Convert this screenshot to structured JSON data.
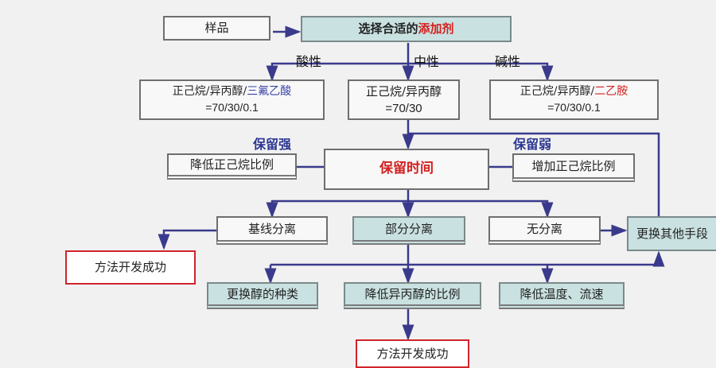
{
  "sample": "样品",
  "select": {
    "prefix": "选择合适的",
    "highlight": "添加剂"
  },
  "branches": {
    "acidic": "酸性",
    "neutral": "中性",
    "basic": "碱性"
  },
  "mobile_phases": {
    "acidic": {
      "base": "正己烷/异丙醇/",
      "additive": "三氟乙酸",
      "ratio": "=70/30/0.1"
    },
    "neutral": {
      "base": "正己烷/异丙醇",
      "ratio": "=70/30"
    },
    "basic": {
      "base": "正己烷/异丙醇/",
      "additive": "二乙胺",
      "ratio": "=70/30/0.1"
    }
  },
  "retention": {
    "strong": "保留强",
    "weak": "保留弱",
    "time": "保留时间",
    "decrease": "降低正己烷比例",
    "increase": "增加正己烷比例"
  },
  "separation": {
    "baseline": "基线分离",
    "partial": "部分分离",
    "none": "无分离",
    "other": "更换其他手段"
  },
  "success": "方法开发成功",
  "optimize": [
    "更换醇的种类",
    "降低异丙醇的比例",
    "降低温度、流速"
  ]
}
